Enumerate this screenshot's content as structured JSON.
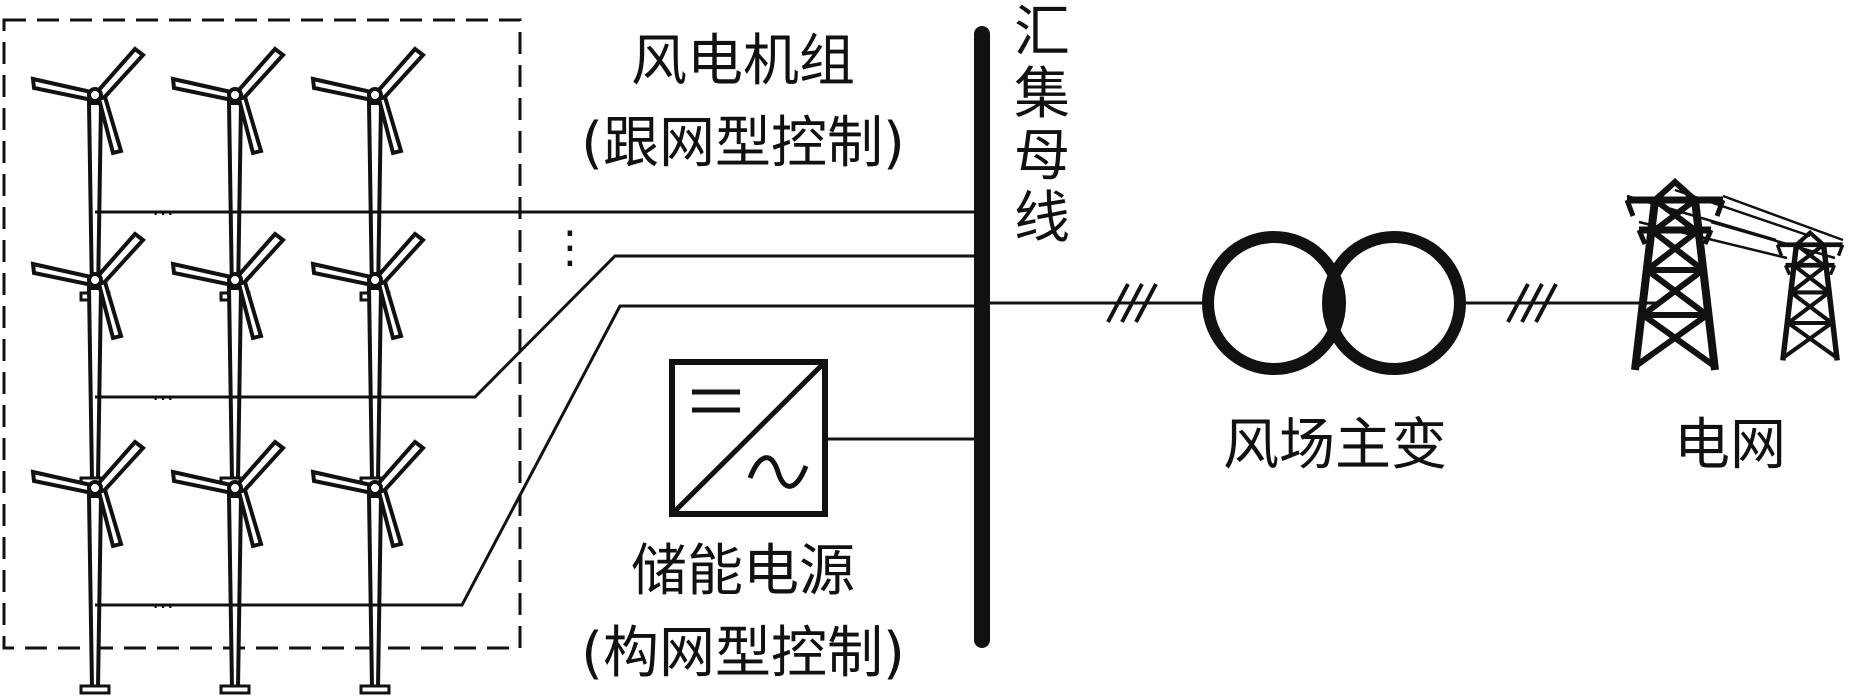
{
  "labels": {
    "wind_group_line1": "风电机组",
    "wind_group_line2": "(跟网型控制)",
    "storage_line1": "储能电源",
    "storage_line2": "(构网型控制)",
    "bus_chars": [
      "汇",
      "集",
      "母",
      "线"
    ],
    "transformer": "风场主变",
    "grid": "电网",
    "row_ellipsis": "…",
    "vertical_ellipsis": "⋮"
  },
  "icons": [
    "wind-turbine-icon",
    "converter-icon",
    "transformer-icon",
    "transmission-tower-icon",
    "three-phase-mark-icon"
  ],
  "colors": {
    "line": "#111111",
    "background": "#ffffff"
  }
}
